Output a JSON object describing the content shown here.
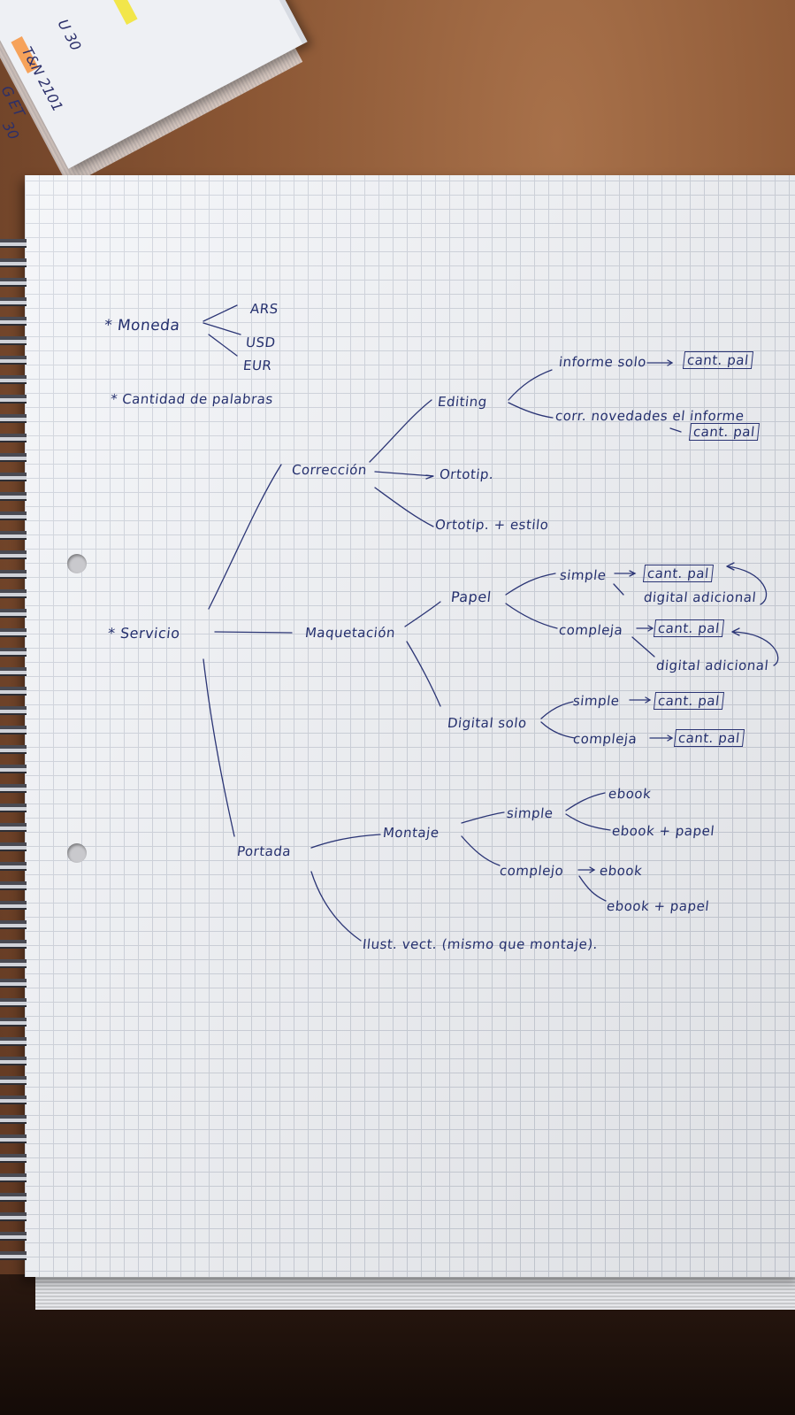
{
  "booklet": {
    "scribbles": [
      "U 30",
      "T&N 2101",
      "G ET",
      "30"
    ]
  },
  "notes": {
    "moneda": {
      "label": "* Moneda",
      "options": [
        "ARS",
        "USD",
        "EUR"
      ]
    },
    "cantidad": "* Cantidad de palabras",
    "servicio": "* Servicio",
    "correccion": "Corrección",
    "editing": "Editing",
    "informe_solo": "informe solo",
    "corr_informe": "corr. novedades el informe",
    "cant_pal": "cant. pal",
    "ortotip": "Ortotip.",
    "ortotip_estilo": "Ortotip. + estilo",
    "maquetacion": "Maquetación",
    "papel": "Papel",
    "simple": "simple",
    "compleja": "compleja",
    "digital_adicional": "digital adicional",
    "digital_solo": "Digital solo",
    "portada": "Portada",
    "montaje": "Montaje",
    "complejo": "complejo",
    "ebook": "ebook",
    "ebook_papel": "ebook + papel",
    "ilust": "Ilust. vect. (mismo que montaje)."
  }
}
